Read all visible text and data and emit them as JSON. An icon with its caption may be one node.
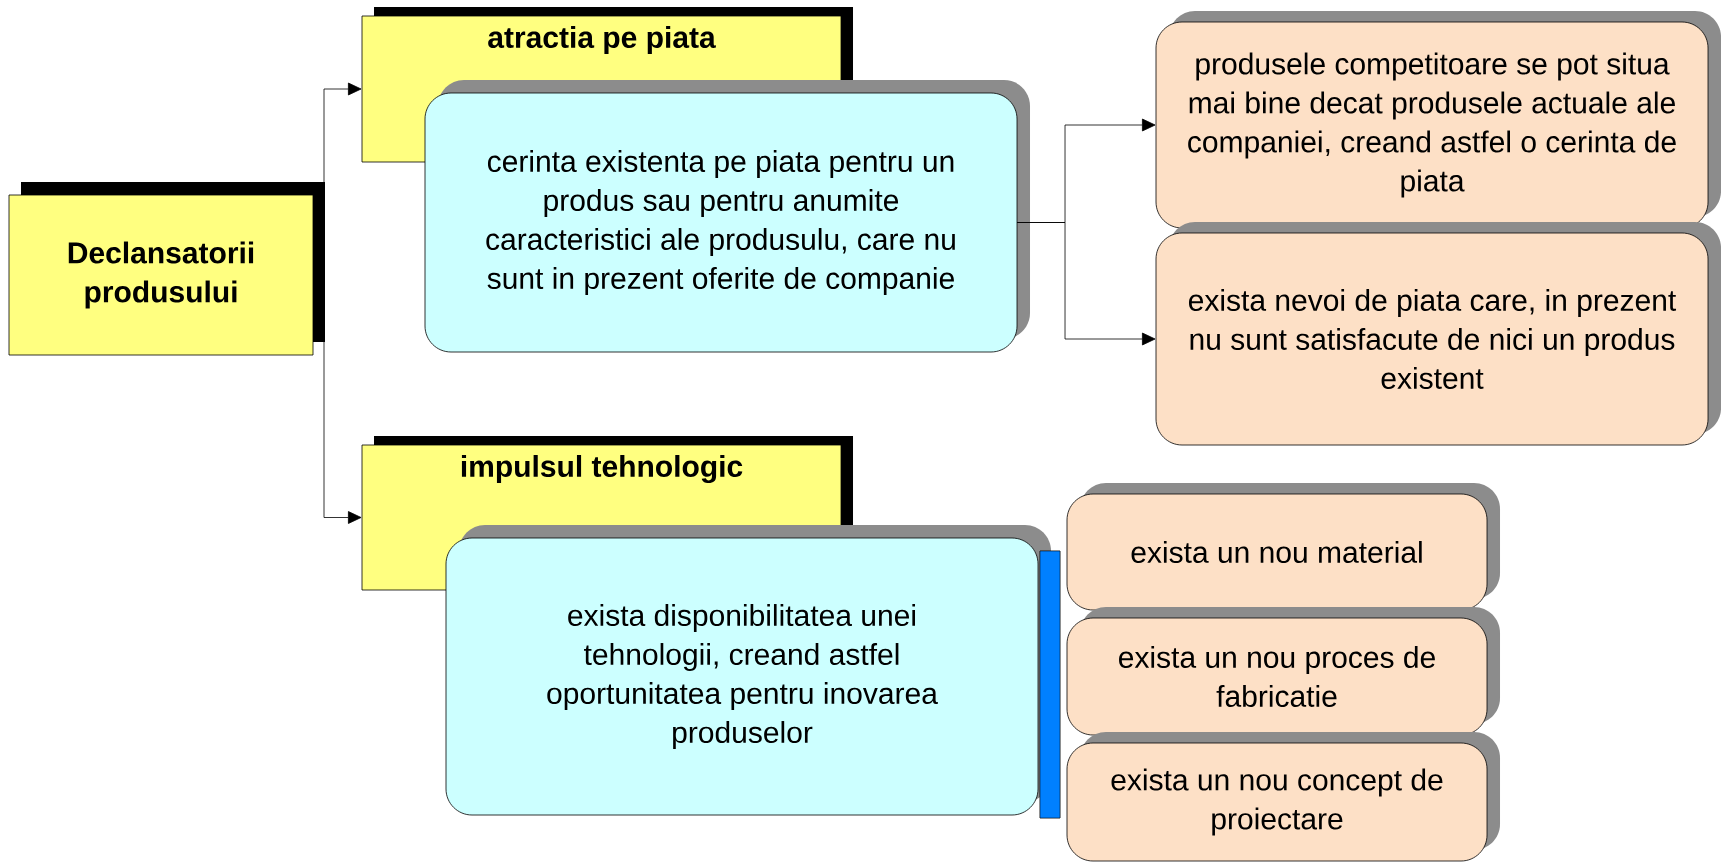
{
  "diagram": {
    "nodes": [
      {
        "text": [
          "Declansatorii produsului"
        ]
      },
      {
        "text": [
          "atractia pe piata"
        ]
      },
      {
        "text": [
          "cerinta existenta pe piata pentru un produs sau pentru anumite caracteristici ale produsulu, care nu sunt in prezent oferite de companie"
        ]
      },
      {
        "text": [
          "produsele competitoare se pot situa mai bine decat produsele actuale ale companiei, creand astfel o cerinta de piata"
        ]
      },
      {
        "text": [
          "exista nevoi de piata care, in prezent nu sunt satisfacute de nici un produs existent"
        ]
      },
      {
        "text": [
          "impulsul tehnologic"
        ]
      },
      {
        "text": [
          "exista disponibilitatea unei tehnologii, creand astfel oportunitatea pentru inovarea produselor"
        ]
      },
      {
        "text": [],
        "shape": "bar"
      },
      {
        "text": [
          "exista un nou material"
        ]
      },
      {
        "text": [
          "exista un nou proces de fabricatie"
        ]
      },
      {
        "text": [
          "exista un nou concept de proiectare"
        ]
      }
    ],
    "edges": [
      {
        "from": 0,
        "to": 1,
        "arrow": "to"
      },
      {
        "from": 0,
        "to": 5,
        "arrow": "to"
      },
      {
        "from": 2,
        "to": 3,
        "arrow": "to"
      },
      {
        "from": 2,
        "to": 4,
        "arrow": "to"
      }
    ]
  }
}
